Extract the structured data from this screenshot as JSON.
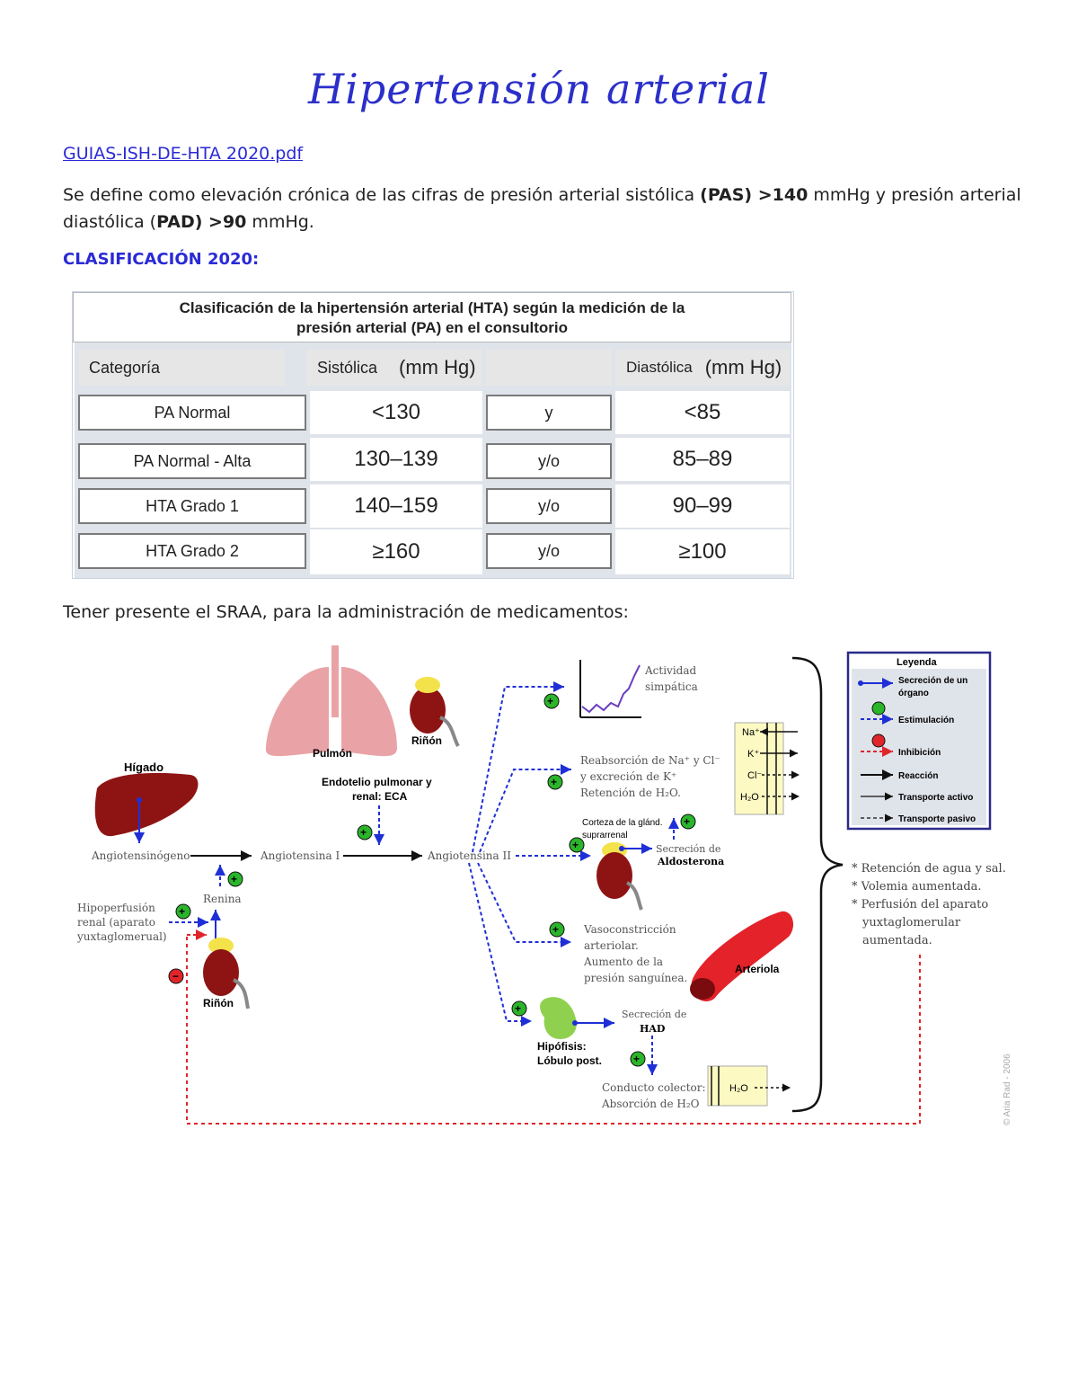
{
  "title": "Hipertensión arterial",
  "link_text": "GUIAS-ISH-DE-HTA 2020.pdf",
  "definition": {
    "p1": "Se define como elevación crónica de las cifras de presión arterial sistólica ",
    "b1": "(PAS) >140",
    "p2": " mmHg y presión arterial diastólica (",
    "b2": "PAD) >90",
    "p3": " mmHg."
  },
  "classification_heading": "CLASIFICACIÓN 2020:",
  "table": {
    "caption_line1": "Clasificación de la hipertensión arterial  (HTA) según la medición de la",
    "caption_line2": "presión arterial (PA) en el consultorio",
    "headers": {
      "category": "Categoría",
      "systolic": "Sistólica",
      "systolic_unit": "(mm Hg)",
      "diastolic": "Diastólica",
      "diastolic_unit": "(mm Hg)"
    },
    "rows": [
      {
        "category": "PA Normal",
        "systolic": "<130",
        "conj": "y",
        "diastolic": "<85"
      },
      {
        "category": "PA Normal - Alta",
        "systolic": "130–139",
        "conj": "y/o",
        "diastolic": "85–89"
      },
      {
        "category": "HTA Grado 1",
        "systolic": "140–159",
        "conj": "y/o",
        "diastolic": "90–99"
      },
      {
        "category": "HTA Grado 2",
        "systolic": "≥160",
        "conj": "y/o",
        "diastolic": "≥100"
      }
    ]
  },
  "sraa_intro": "Tener presente el SRAA, para la administración de medicamentos:",
  "diagram": {
    "colors": {
      "blue": "#1f2fd6",
      "red": "#e0252a",
      "green": "#2bb52b",
      "organ": "#8e1414",
      "lung": "#e9a3a6"
    },
    "labels": {
      "higado": "Hígado",
      "angiotensinogeno": "Angiotensinógeno",
      "angiotensina1": "Angiotensina I",
      "angiotensina2": "Angiotensina II",
      "pulmon": "Pulmón",
      "rinon_top": "Riñón",
      "endotelio1": "Endotelio pulmonar y",
      "endotelio2": "renal: ECA",
      "renina": "Renina",
      "hipo1": "Hipoperfusión",
      "hipo2": "renal (aparato",
      "hipo3": "yuxtaglomerual)",
      "rinon_bottom": "Riñón",
      "actividad1": "Actividad",
      "actividad2": "simpática",
      "reab1": "Reabsorción de Na⁺ y Cl⁻",
      "reab2": "y excreción de K⁺",
      "reab3": "Retención de H₂O.",
      "corteza1": "Corteza de la glánd.",
      "corteza2": "suprarrenal",
      "secrecion_de": "Secreción de",
      "aldosterona": "Aldosterona",
      "vaso1": "Vasoconstricción",
      "vaso2": "arteriolar.",
      "vaso3": "Aumento de la",
      "vaso4": "presión sanguínea.",
      "arteriola": "Arteriola",
      "secrecion_de2": "Secreción de",
      "had": "HAD",
      "hipofisis1": "Hipófisis:",
      "hipofisis2": "Lóbulo post.",
      "conducto1": "Conducto colector:",
      "conducto2": "Absorción de H₂O",
      "ion_na": "Na⁺",
      "ion_k": "K⁺",
      "ion_cl": "Cl⁻",
      "ion_h2o": "H₂O",
      "h2o_box": "H₂O",
      "effect1": "* Retención de agua y sal.",
      "effect2": "* Volemia aumentada.",
      "effect3": "* Perfusión del aparato",
      "effect4": "yuxtaglomerular",
      "effect5": "aumentada.",
      "copyright": "© Aria Rad - 2006"
    },
    "legend": {
      "title": "Leyenda",
      "item1a": "Secreción de un",
      "item1b": "órgano",
      "item2": "Estimulación",
      "item3": "Inhibición",
      "item4": "Reacción",
      "item5": "Transporte activo",
      "item6": "Transporte pasivo"
    }
  }
}
